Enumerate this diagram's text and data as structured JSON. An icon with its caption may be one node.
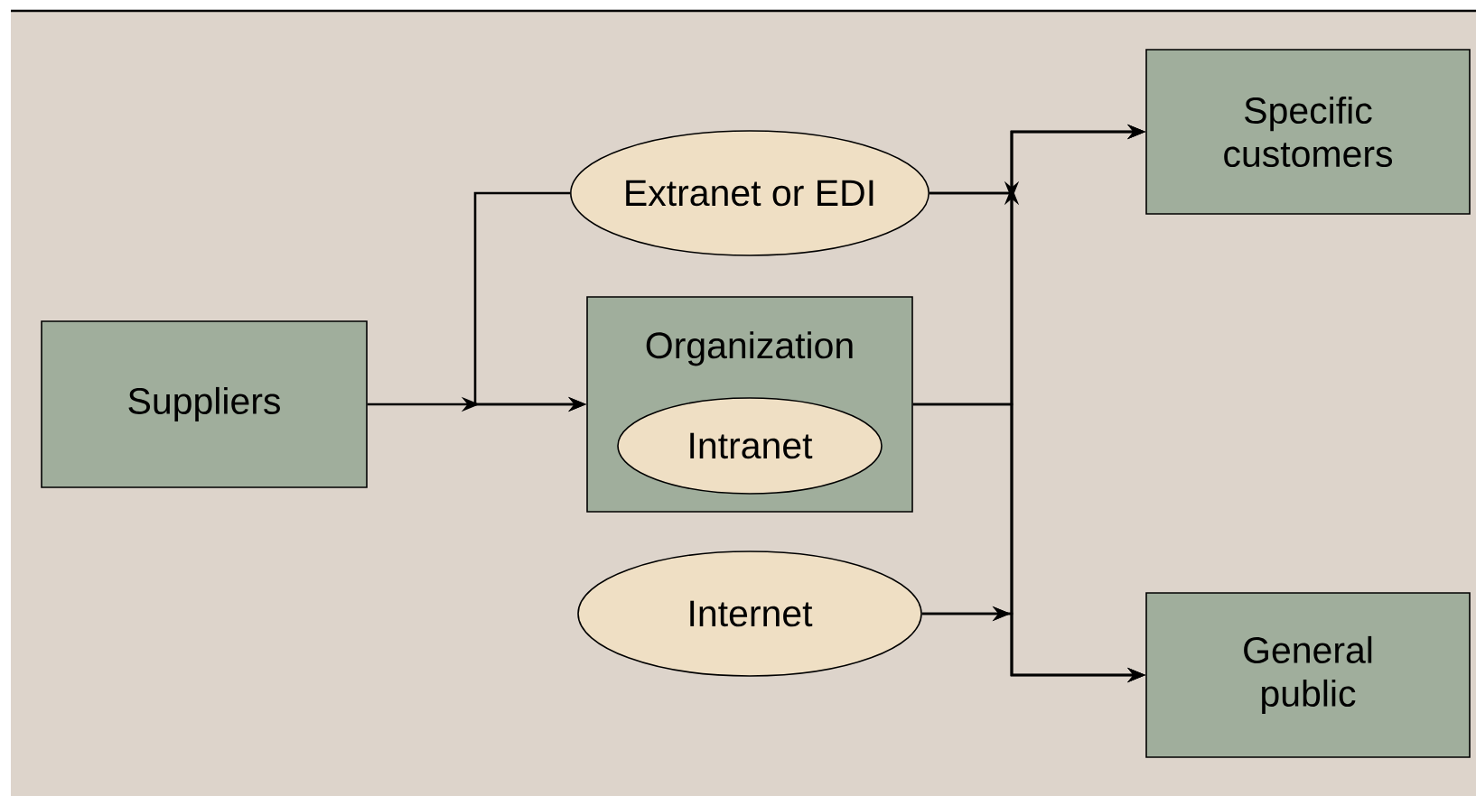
{
  "diagram": {
    "nodes": [
      {
        "text": [
          "Suppliers"
        ]
      },
      {
        "text": [
          "Extranet or EDI"
        ]
      },
      {
        "text": [
          "Organization"
        ]
      },
      {
        "text": [
          "Intranet"
        ],
        "in": 2
      },
      {
        "text": [
          "Internet"
        ]
      },
      {
        "text": [
          "Specific customers"
        ]
      },
      {
        "text": [
          "General public"
        ]
      }
    ],
    "edges": [
      {
        "from": 0,
        "to": 2,
        "arrow": "to"
      },
      {
        "from": 1,
        "to": 2,
        "arrow": "to"
      },
      {
        "from": 1,
        "to": 5,
        "arrow": "to"
      },
      {
        "from": 1,
        "to": 6,
        "arrow": "to"
      },
      {
        "from": 2,
        "to": 5,
        "arrow": "to"
      },
      {
        "from": 2,
        "to": 6,
        "arrow": "to"
      },
      {
        "from": 4,
        "to": 5,
        "arrow": "to"
      },
      {
        "from": 4,
        "to": 6,
        "arrow": "to"
      }
    ]
  }
}
